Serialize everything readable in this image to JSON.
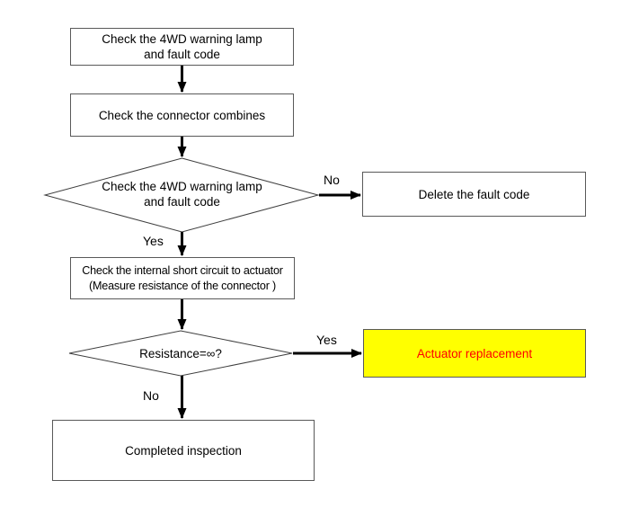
{
  "diagram": {
    "type": "flowchart",
    "nodes": {
      "check_lamp_initial": "Check the 4WD warning lamp\nand fault code",
      "check_connector": "Check the connector combines",
      "decision_lamp": "Check the 4WD warning lamp\nand fault code",
      "delete_fault_code": "Delete the fault code",
      "check_short_circuit": "Check the internal short circuit to actuator\n(Measure resistance of the connector )",
      "decision_resistance": "Resistance=∞?",
      "actuator_replacement": "Actuator replacement",
      "completed_inspection": "Completed inspection"
    },
    "edge_labels": {
      "no_to_delete": "No",
      "yes_to_check": "Yes",
      "yes_to_actuator": "Yes",
      "no_to_completed": "No"
    },
    "colors": {
      "highlight_bg": "#ffff00",
      "highlight_text": "#ff0000",
      "line": "#000000",
      "box_border": "#595959",
      "background": "#ffffff"
    }
  }
}
